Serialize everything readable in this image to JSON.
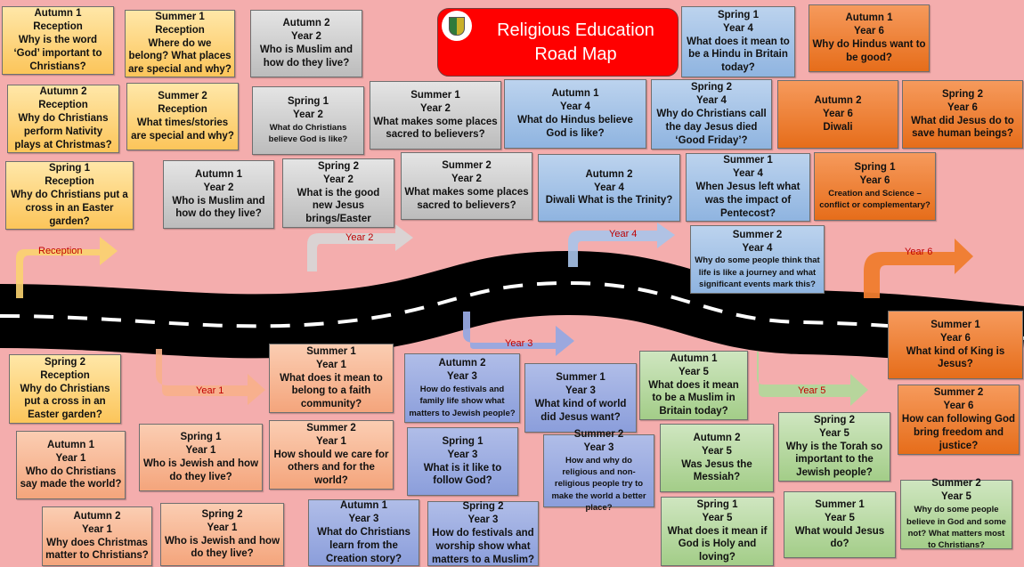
{
  "header": {
    "title_line1": "Religious Education",
    "title_line2": "Road Map",
    "logo": "school-crest"
  },
  "colors": {
    "background": "#f4adad",
    "title": "#ff0000",
    "reception": "#fcc55a",
    "year1": "#f4a57c",
    "year2": "#bcbcbc",
    "year3": "#8b9edb",
    "year4": "#8fb4e0",
    "year5": "#a3cd88",
    "year6": "#e66d1a"
  },
  "arrows": {
    "reception": "Reception",
    "year1": "Year 1",
    "year2": "Year 2",
    "year3": "Year 3",
    "year4": "Year 4",
    "year5": "Year 5",
    "year6": "Year 6"
  },
  "cards": [
    {
      "term": "Autumn 1",
      "year": "Reception",
      "question": "Why is the word ‘God’ important to Christians?"
    },
    {
      "term": "Summer 1",
      "year": "Reception",
      "question": "Where do we belong? What places are special and why?"
    },
    {
      "term": "Autumn 2",
      "year": "Reception",
      "question": "Why do Christians perform Nativity plays at Christmas?"
    },
    {
      "term": "Summer 2",
      "year": "Reception",
      "question": "What times/stories are special and why?"
    },
    {
      "term": "Spring 1",
      "year": "Reception",
      "question": "Why do Christians put a cross in an Easter garden?"
    },
    {
      "term": "Spring 2",
      "year": "Reception",
      "question": "Why do Christians put a cross in an Easter garden?"
    },
    {
      "term": "Autumn 2",
      "year": "Year 2",
      "question": "Who is Muslim and how do they live?"
    },
    {
      "term": "Spring 1",
      "year": "Year 2",
      "question": "What do Christians believe God is like?"
    },
    {
      "term": "Autumn 1",
      "year": "Year 2",
      "question": "Who is Muslim and how do they live?"
    },
    {
      "term": "Spring 2",
      "year": "Year 2",
      "question": "What is the good new Jesus brings/Easter"
    },
    {
      "term": "Summer 1",
      "year": "Year 2",
      "question": "What makes some places sacred to believers?"
    },
    {
      "term": "Summer 2",
      "year": "Year 2",
      "question": "What makes some places sacred to believers?"
    },
    {
      "term": "Spring 1",
      "year": "Year 4",
      "question": "What does it mean to be a Hindu in Britain today?"
    },
    {
      "term": "Autumn 1",
      "year": "Year 4",
      "question": "What do Hindus believe God is like?"
    },
    {
      "term": "Spring 2",
      "year": "Year 4",
      "question": "Why do Christians call the day Jesus died ‘Good Friday’?"
    },
    {
      "term": "Autumn 2",
      "year": "Year 4",
      "question": "Diwali What is the Trinity?"
    },
    {
      "term": "Summer 1",
      "year": "Year 4",
      "question": "When Jesus left what was the impact of Pentecost?"
    },
    {
      "term": "Summer 2",
      "year": "Year 4",
      "question": "Why do some people think that life is like a journey and what significant events mark this?"
    },
    {
      "term": "Autumn 1",
      "year": "Year 6",
      "question": "Why do Hindus want to be good?"
    },
    {
      "term": "Autumn 2",
      "year": "Year 6",
      "question": "Diwali"
    },
    {
      "term": "Spring 2",
      "year": "Year 6",
      "question": "What did Jesus do to save human beings?"
    },
    {
      "term": "Spring 1",
      "year": "Year 6",
      "question": "Creation and Science – conflict or complementary?"
    },
    {
      "term": "Summer 1",
      "year": "Year 6",
      "question": "What kind of King is Jesus?"
    },
    {
      "term": "Summer 2",
      "year": "Year 6",
      "question": "How can following God bring freedom and justice?"
    },
    {
      "term": "Summer 1",
      "year": "Year 1",
      "question": "What does it mean to belong to a faith community?"
    },
    {
      "term": "Autumn 1",
      "year": "Year 1",
      "question": "Who do Christians say made the world?"
    },
    {
      "term": "Spring 1",
      "year": "Year 1",
      "question": "Who is Jewish and how do they live?"
    },
    {
      "term": "Summer 2",
      "year": "Year 1",
      "question": "How should we care for others and for the world?"
    },
    {
      "term": "Autumn 2",
      "year": "Year 1",
      "question": "Why does Christmas matter to Christians?"
    },
    {
      "term": "Spring 2",
      "year": "Year 1",
      "question": "Who is Jewish and how do they live?"
    },
    {
      "term": "Autumn 2",
      "year": "Year 3",
      "question": "How do festivals and family life show what matters to Jewish people?"
    },
    {
      "term": "Summer 1",
      "year": "Year 3",
      "question": "What kind of world did Jesus want?"
    },
    {
      "term": "Spring 1",
      "year": "Year 3",
      "question": "What is it like to follow God?"
    },
    {
      "term": "Summer 2",
      "year": "Year 3",
      "question": "How and why do religious and non-religious people try to make the world a better place?"
    },
    {
      "term": "Autumn 1",
      "year": "Year 3",
      "question": "What do Christians learn from the Creation story?"
    },
    {
      "term": "Spring 2",
      "year": "Year 3",
      "question": "How do festivals and worship show what matters to a Muslim?"
    },
    {
      "term": "Autumn 1",
      "year": "Year 5",
      "question": "What does it mean to be a Muslim in Britain today?"
    },
    {
      "term": "Autumn 2",
      "year": "Year 5",
      "question": "Was Jesus the Messiah?"
    },
    {
      "term": "Spring 2",
      "year": "Year 5",
      "question": "Why is the Torah so important to the Jewish people?"
    },
    {
      "term": "Spring 1",
      "year": "Year 5",
      "question": "What does it mean if God is Holy and loving?"
    },
    {
      "term": "Summer 1",
      "year": "Year 5",
      "question": "What would Jesus do?"
    },
    {
      "term": "Summer 2",
      "year": "Year 5",
      "question": "Why do some people believe in God and some not? What matters most to Christians?"
    }
  ]
}
